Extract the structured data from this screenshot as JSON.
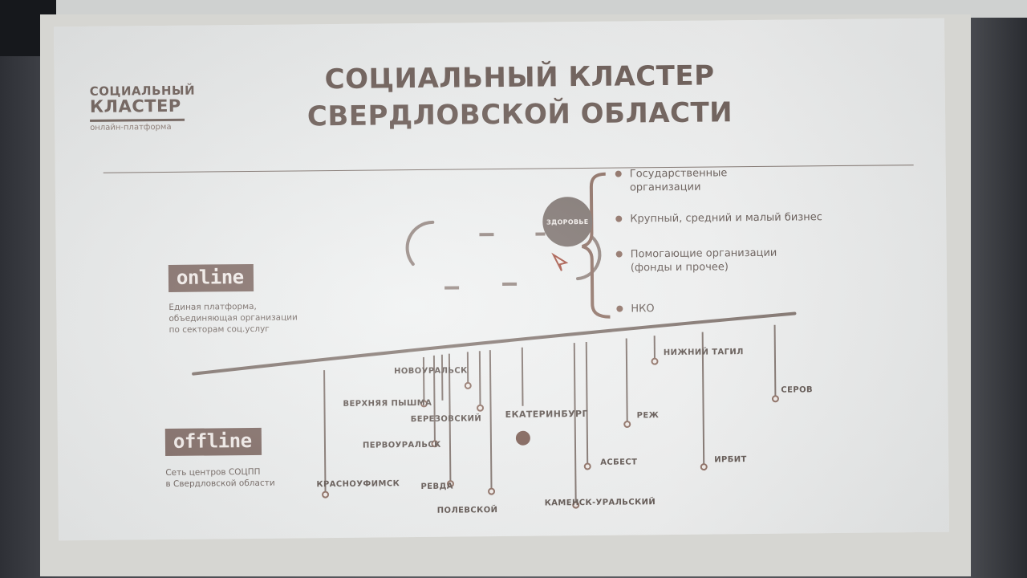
{
  "logo": {
    "line1": "СОЦИАЛЬНЫЙ",
    "line2": "КЛАСТЕР",
    "line3": "онлайн-платформа"
  },
  "title": {
    "line1": "СОЦИАЛЬНЫЙ КЛАСТЕР",
    "line2": "СВЕРДЛОВСКОЙ ОБЛАСТИ"
  },
  "online": {
    "tag": "online",
    "description": [
      "Единая платформа,",
      "объединяющая организации",
      "по  секторам соц.услуг"
    ]
  },
  "offline": {
    "tag": "offline",
    "description": [
      "Сеть центров СОЦПП",
      "в Свердловской области"
    ]
  },
  "hub": {
    "label": "ЗДОРОВЬЕ"
  },
  "sectors": [
    {
      "lines": [
        "Государственные",
        "организации"
      ]
    },
    {
      "lines": [
        "Крупный, средний и малый бизнес"
      ]
    },
    {
      "lines": [
        "Помогающие организации",
        "(фонды и прочее)"
      ]
    },
    {
      "lines": [
        "НКО"
      ]
    }
  ],
  "cities": {
    "novouralsk": "НОВОУРАЛЬСК",
    "verkhnyaya_pyshma": "ВЕРХНЯЯ ПЫШМА",
    "berezovsky": "БЕРЕЗОВСКИЙ",
    "pervouralsk": "ПЕРВОУРАЛЬСК",
    "krasnoufimsk": "КРАСНОУФИМСК",
    "revda": "РЕВДА",
    "polevskoy": "ПОЛЕВСКОЙ",
    "ekaterinburg": "ЕКАТЕРИНБУРГ",
    "kamensk": "КАМЕНСК-УРАЛЬСКИЙ",
    "asbest": "АСБЕСТ",
    "rezh": "РЕЖ",
    "nizhny_tagil": "НИЖНИЙ ТАГИЛ",
    "irbit": "ИРБИТ",
    "serov": "СЕРОВ"
  },
  "colors": {
    "brand": "#7c6660",
    "text": "#5b504b",
    "slide_background": "#eef0f0"
  }
}
